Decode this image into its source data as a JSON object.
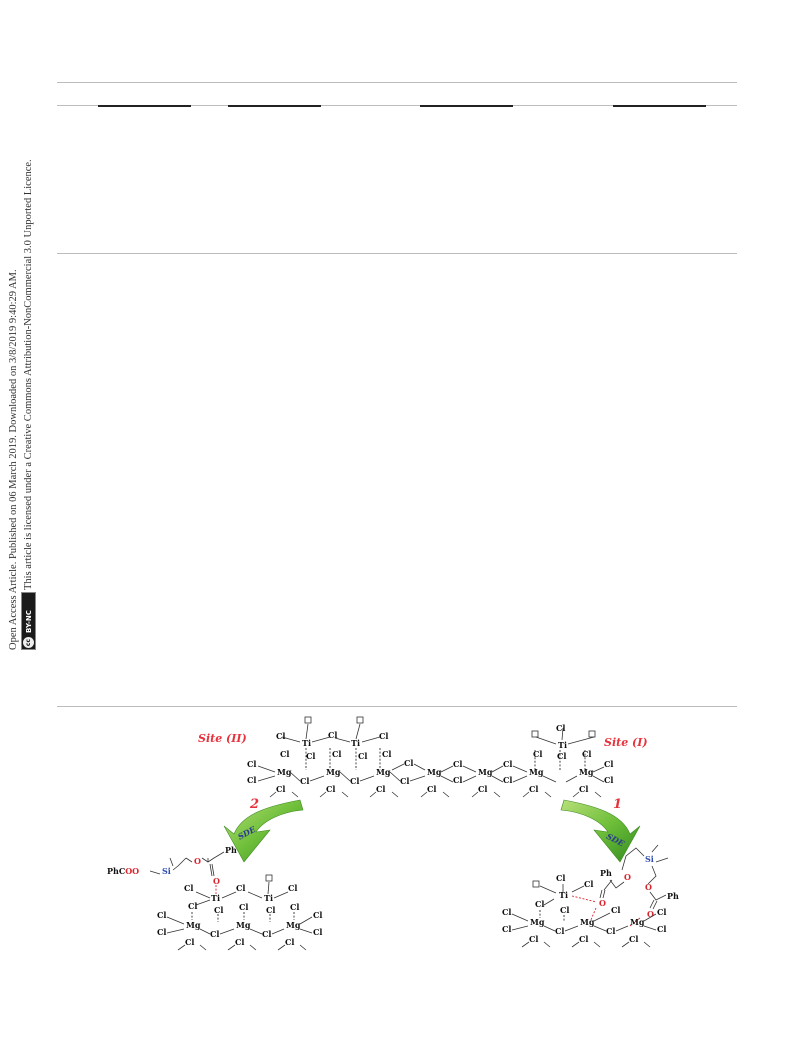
{
  "side_note": {
    "line1": "Open Access Article. Published on 06 March 2019. Downloaded on 3/8/2019 9:40:29 AM.",
    "line2": "This article is licensed under a Creative Commons Attribution-NonCommercial 3.0 Unported Licence.",
    "badge_cc": "cc",
    "badge_text": "BY-NC"
  },
  "scheme": {
    "site_left": "Site (II)",
    "site_right": "Site (I)",
    "arrow_left_number": "2",
    "arrow_right_number": "1",
    "arrow_text": "SDE",
    "atoms": {
      "cl": "Cl",
      "mg": "Mg",
      "ti": "Ti",
      "si": "Si",
      "o": "O",
      "ph": "Ph",
      "phcoo_prefix": "PhC",
      "phcoo_suffix": "OO",
      "vacancy": "□"
    }
  },
  "colors": {
    "site_label": "#e6323c",
    "oxygen": "#d8262f",
    "silicon": "#2f4db0",
    "arrow_green": "#7cc242"
  }
}
